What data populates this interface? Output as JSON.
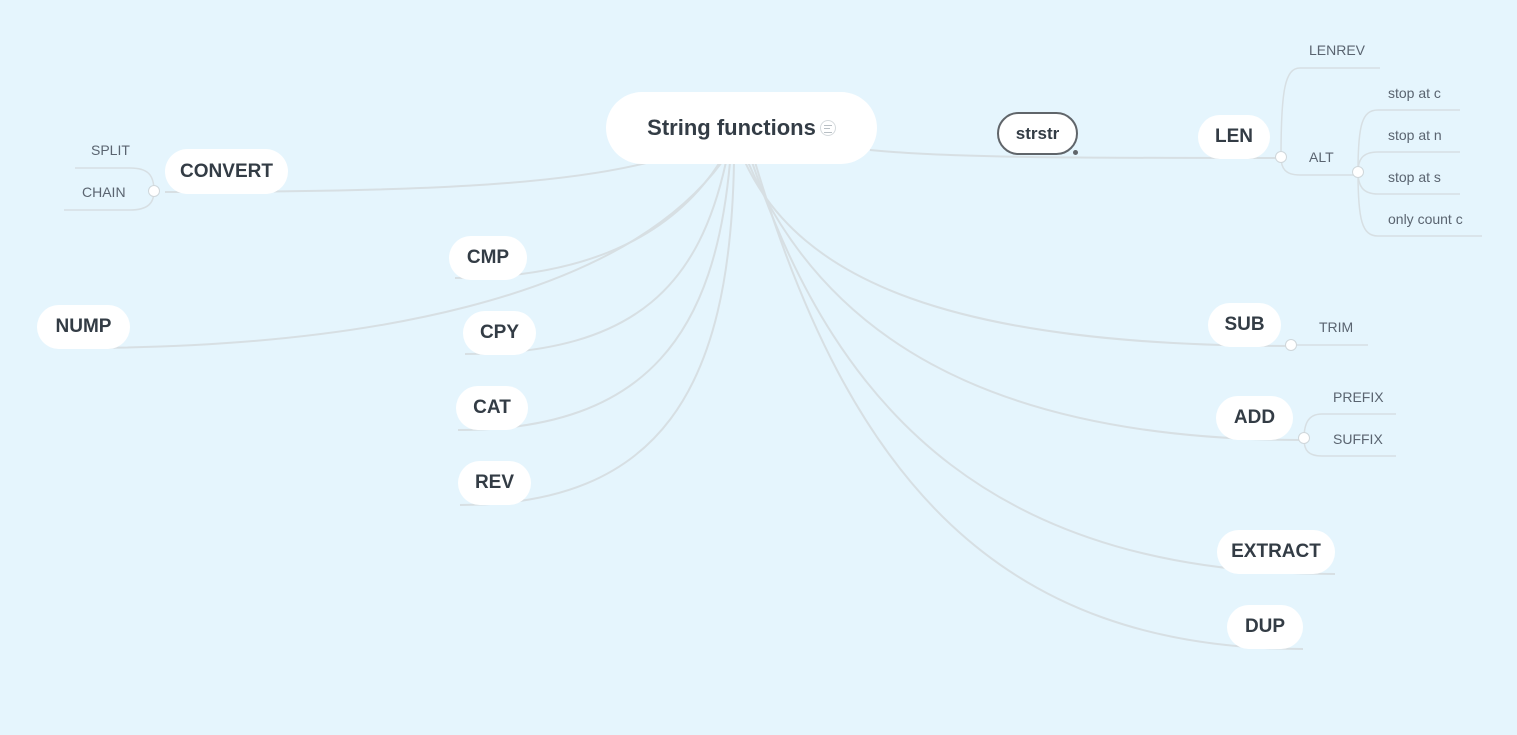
{
  "mindmap": {
    "root": {
      "label": "String functions"
    },
    "floating": {
      "label": "strstr"
    },
    "topics": {
      "convert": {
        "label": "CONVERT",
        "children": [
          "SPLIT",
          "CHAIN"
        ]
      },
      "cmp": {
        "label": "CMP"
      },
      "nump": {
        "label": "NUMP"
      },
      "cpy": {
        "label": "CPY"
      },
      "cat": {
        "label": "CAT"
      },
      "rev": {
        "label": "REV"
      },
      "len": {
        "label": "LEN",
        "children": [
          "LENREV",
          "ALT"
        ],
        "alt_children": [
          "stop at c",
          "stop at n",
          "stop at s",
          "only count c"
        ]
      },
      "sub": {
        "label": "SUB",
        "children": [
          "TRIM"
        ]
      },
      "add": {
        "label": "ADD",
        "children": [
          "PREFIX",
          "SUFFIX"
        ]
      },
      "extract": {
        "label": "EXTRACT"
      },
      "dup": {
        "label": "DUP"
      }
    }
  },
  "colors": {
    "background": "#e5f5fd",
    "node_fill": "#ffffff",
    "connector": "#d7dfe3",
    "text": "#333c45"
  }
}
